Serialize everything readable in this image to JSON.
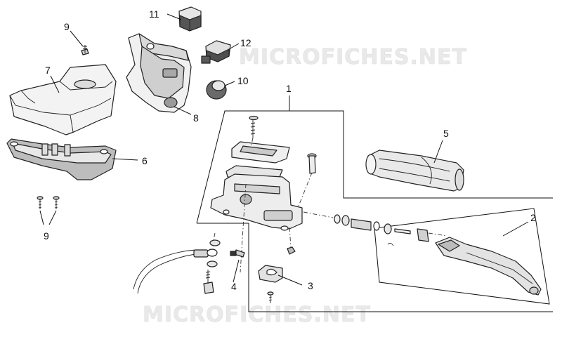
{
  "watermarks": [
    "MICROFICHES.NET",
    "MICROFICHES.NET"
  ],
  "callouts": {
    "c1": "1",
    "c2": "2",
    "c3": "3",
    "c4": "4",
    "c5": "5",
    "c6": "6",
    "c7": "7",
    "c8": "8",
    "c9_top": "9",
    "c9_bottom": "9",
    "c10": "10",
    "c11": "11",
    "c12": "12"
  },
  "colors": {
    "line": "#222222",
    "part_fill": "#f2f2f2",
    "part_shade": "#c8c8c8",
    "dark_part": "#555555",
    "watermark": "#e6e6e6"
  }
}
